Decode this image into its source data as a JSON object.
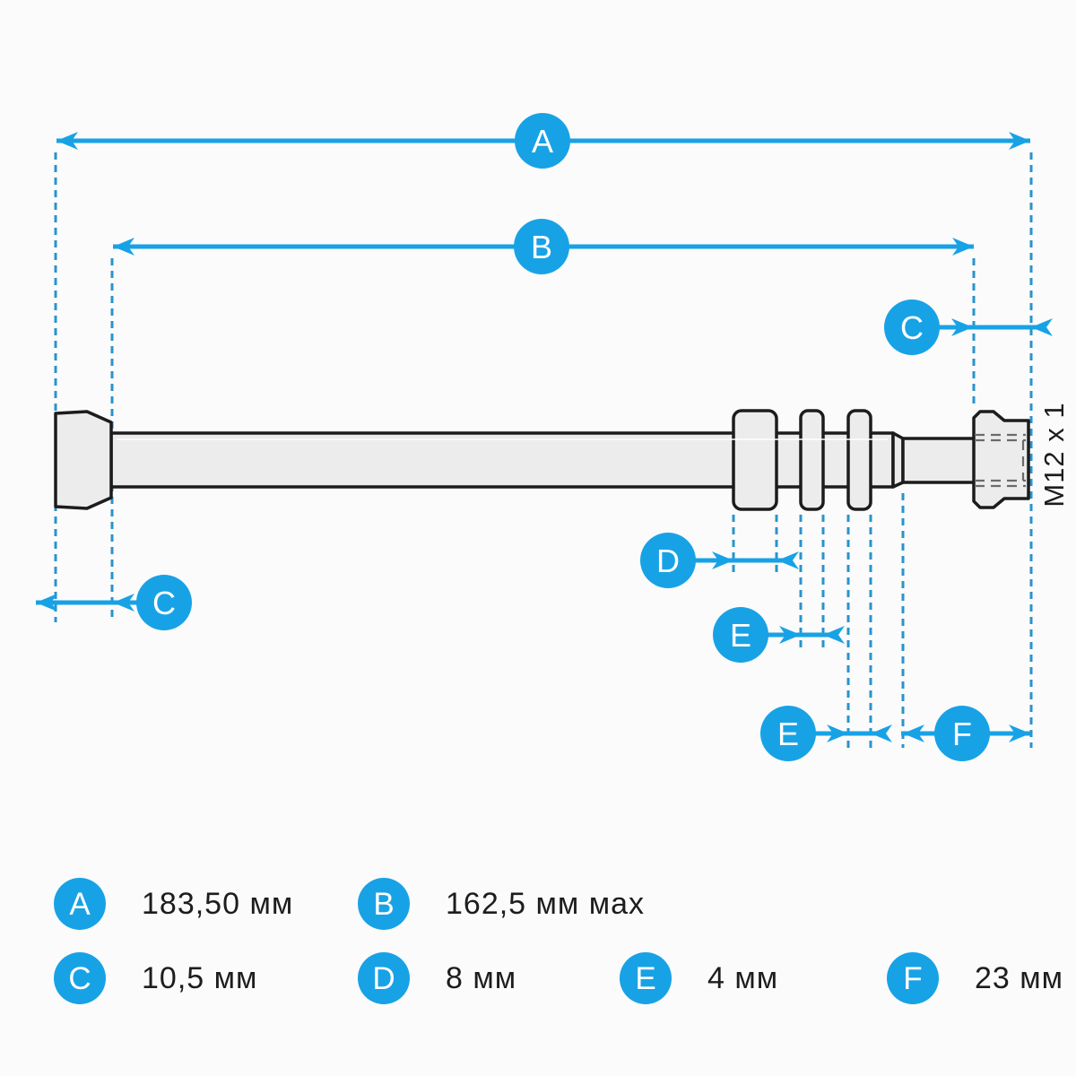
{
  "title": "axle dimension diagram",
  "colors": {
    "accent": "#18a2e6",
    "extension_line": "#2a93cc",
    "outline": "#1c1c1c",
    "part_fill": "#ececec"
  },
  "diagram": {
    "thread_label": "M12 x 1",
    "callouts": {
      "a": "A",
      "b": "B",
      "c_top": "C",
      "c_bottom": "C",
      "d": "D",
      "e_1": "E",
      "e_2": "E",
      "f": "F"
    }
  },
  "legend": {
    "items": [
      {
        "letter": "A",
        "value": "183,50 мм"
      },
      {
        "letter": "B",
        "value": "162,5 мм мах"
      },
      {
        "letter": "C",
        "value": "10,5 мм"
      },
      {
        "letter": "D",
        "value": "8 мм"
      },
      {
        "letter": "E",
        "value": "4 мм"
      },
      {
        "letter": "F",
        "value": "23 мм"
      }
    ]
  }
}
